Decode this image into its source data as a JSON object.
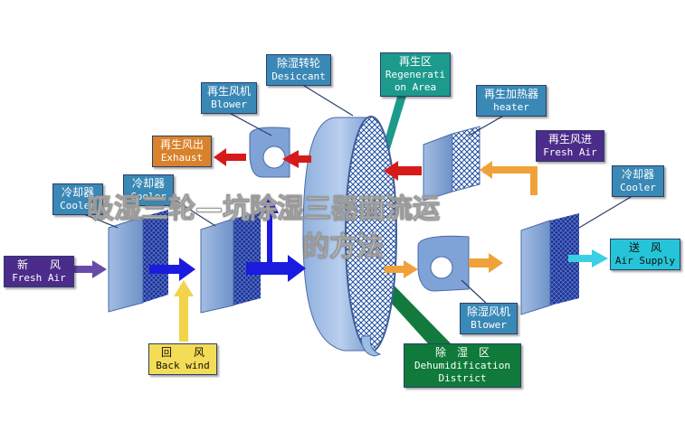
{
  "colors": {
    "blue_label": "#3a88b6",
    "orange_label": "#d9822b",
    "purple_label": "#4b2c8a",
    "cyan_label": "#26c4d8",
    "yellow_label": "#f4dc56",
    "green_label": "#0f7a3a",
    "teal_label": "#1c9a8c",
    "red_arrow": "#d61a1a",
    "blue_arrow": "#1b1be0",
    "orange_arrow": "#f0a23a",
    "yellow_arrow": "#f2d44a",
    "cyan_arrow": "#39d0e6",
    "purple_arrow": "#6a4aa8",
    "unit_body": "#6f92c9",
    "wheel_body": "#8aaedd"
  },
  "labels": {
    "desiccant": {
      "cn": "除湿转轮",
      "en": "Desiccant"
    },
    "regeneration_area": {
      "cn": "再生区",
      "en1": "Regenerati",
      "en2": "on Area"
    },
    "blower_top": {
      "cn": "再生风机",
      "en": "Blower"
    },
    "heater": {
      "cn": "再生加热器",
      "en": "heater"
    },
    "exhaust": {
      "cn": "再生风出",
      "en": "Exhaust"
    },
    "fresh_air_in": {
      "cn": "再生风进",
      "en": "Fresh Air"
    },
    "cooler_mid": {
      "cn": "冷却器",
      "en": "Cooler"
    },
    "cooler_left": {
      "cn": "冷却器",
      "en": "Cooler"
    },
    "cooler_right": {
      "cn": "冷却器",
      "en": "Cooler"
    },
    "fresh_air": {
      "cn": "新　　风",
      "en": "Fresh Air"
    },
    "air_supply": {
      "cn": "送　风",
      "en": "Air Supply"
    },
    "back_wind": {
      "cn": "回　　风",
      "en": "Back wind"
    },
    "blower_bottom": {
      "cn": "除湿风机",
      "en": "Blower"
    },
    "dehumidification": {
      "cn": "除　湿　区",
      "en1": "Dehumidification",
      "en2": "District"
    }
  },
  "overlay": {
    "line1": "吸湿三轮—坑除湿三器面流运",
    "line2": "的方法"
  }
}
